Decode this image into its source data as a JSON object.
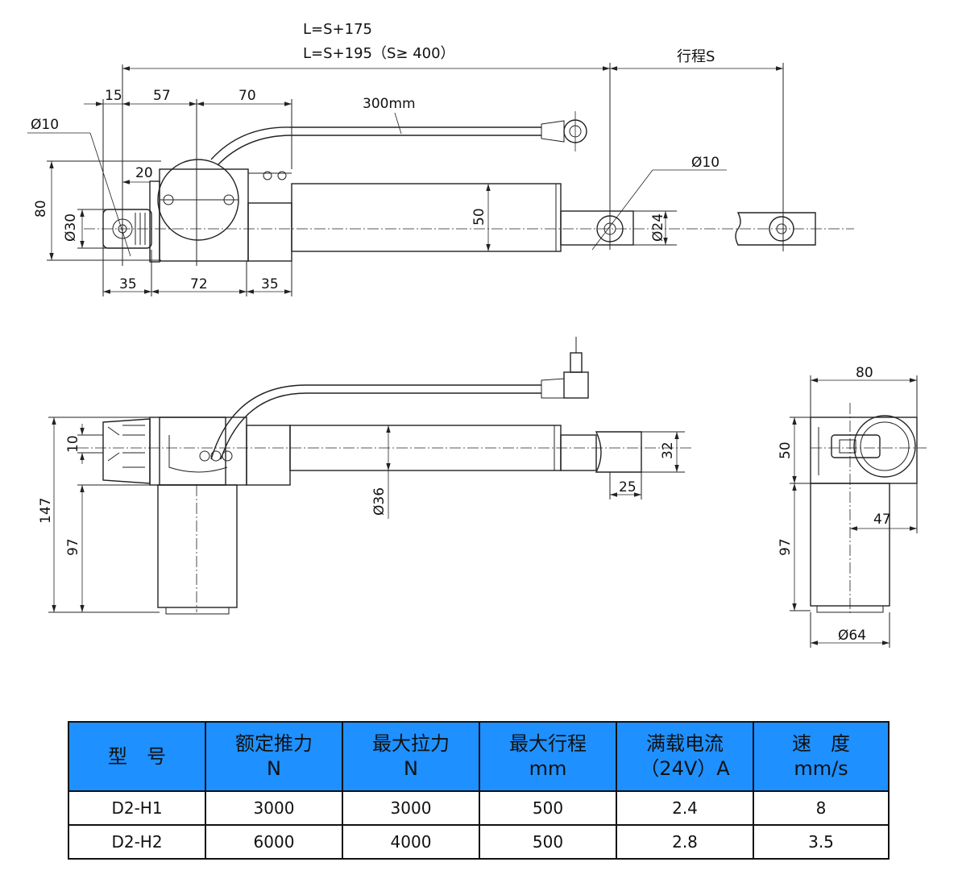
{
  "views": {
    "top": {
      "length_formula_1": "L=S+175",
      "length_formula_2": "L=S+195（S≥ 400）",
      "stroke": "行程S",
      "cable_length": "300mm",
      "dims": {
        "d15": "15",
        "d57": "57",
        "d70": "70",
        "d20": "20",
        "d80": "80",
        "dia30": "Ø30",
        "dia10_left": "Ø10",
        "dia10_right": "Ø10",
        "d50": "50",
        "dia24": "Ø24",
        "d35_left": "35",
        "d72": "72",
        "d35_right": "35"
      }
    },
    "front": {
      "dims": {
        "d10": "10",
        "d147": "147",
        "d97": "97",
        "dia36": "Ø36",
        "d32": "32",
        "d25": "25"
      }
    },
    "side": {
      "dims": {
        "d80": "80",
        "d50": "50",
        "d47": "47",
        "d97": "97",
        "dia64": "Ø64"
      }
    }
  },
  "table": {
    "header_fill": "#1e90ff",
    "headers": [
      {
        "line1": "型　号",
        "line2": ""
      },
      {
        "line1": "额定推力",
        "line2": "N"
      },
      {
        "line1": "最大拉力",
        "line2": "N"
      },
      {
        "line1": "最大行程",
        "line2": "mm"
      },
      {
        "line1": "满载电流",
        "line2": "（24V）A"
      },
      {
        "line1": "速　度",
        "line2": "mm/s"
      }
    ],
    "rows": [
      [
        "D2-H1",
        "3000",
        "3000",
        "500",
        "2.4",
        "8"
      ],
      [
        "D2-H2",
        "6000",
        "4000",
        "500",
        "2.8",
        "3.5"
      ]
    ]
  }
}
